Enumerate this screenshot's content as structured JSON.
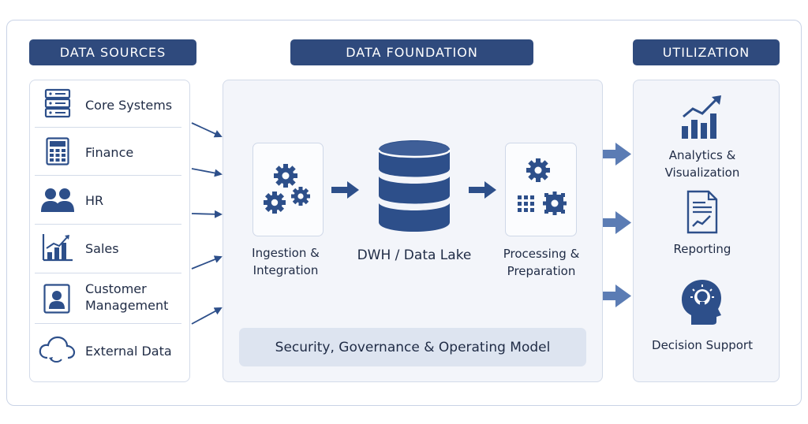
{
  "headers": {
    "sources": "DATA SOURCES",
    "foundation": "DATA FOUNDATION",
    "utilization": "UTILIZATION"
  },
  "sources": [
    {
      "label": "Core Systems",
      "icon": "server-icon"
    },
    {
      "label": "Finance",
      "icon": "calculator-icon"
    },
    {
      "label": "HR",
      "icon": "people-icon"
    },
    {
      "label": "Sales",
      "icon": "bar-chart-icon"
    },
    {
      "label": "Customer\nManagement",
      "icon": "customer-profile-icon"
    },
    {
      "label": "External Data",
      "icon": "cloud-icon"
    }
  ],
  "foundation": {
    "ingestion": "Ingestion &\nIntegration",
    "storage": "DWH / Data Lake",
    "processing": "Processing &\nPreparation",
    "governance": "Security, Governance & Operating Model"
  },
  "utilization": [
    {
      "label": "Analytics &\nVisualization",
      "icon": "analytics-chart-icon"
    },
    {
      "label": "Reporting",
      "icon": "report-document-icon"
    },
    {
      "label": "Decision Support",
      "icon": "head-lightbulb-icon"
    }
  ],
  "colors": {
    "navy": "#2f4a7d",
    "icon_blue": "#2d4f8a",
    "arrow_light": "#5b7cb4",
    "panel_bg": "#f3f5fa",
    "gov_bg": "#dde4f0"
  }
}
